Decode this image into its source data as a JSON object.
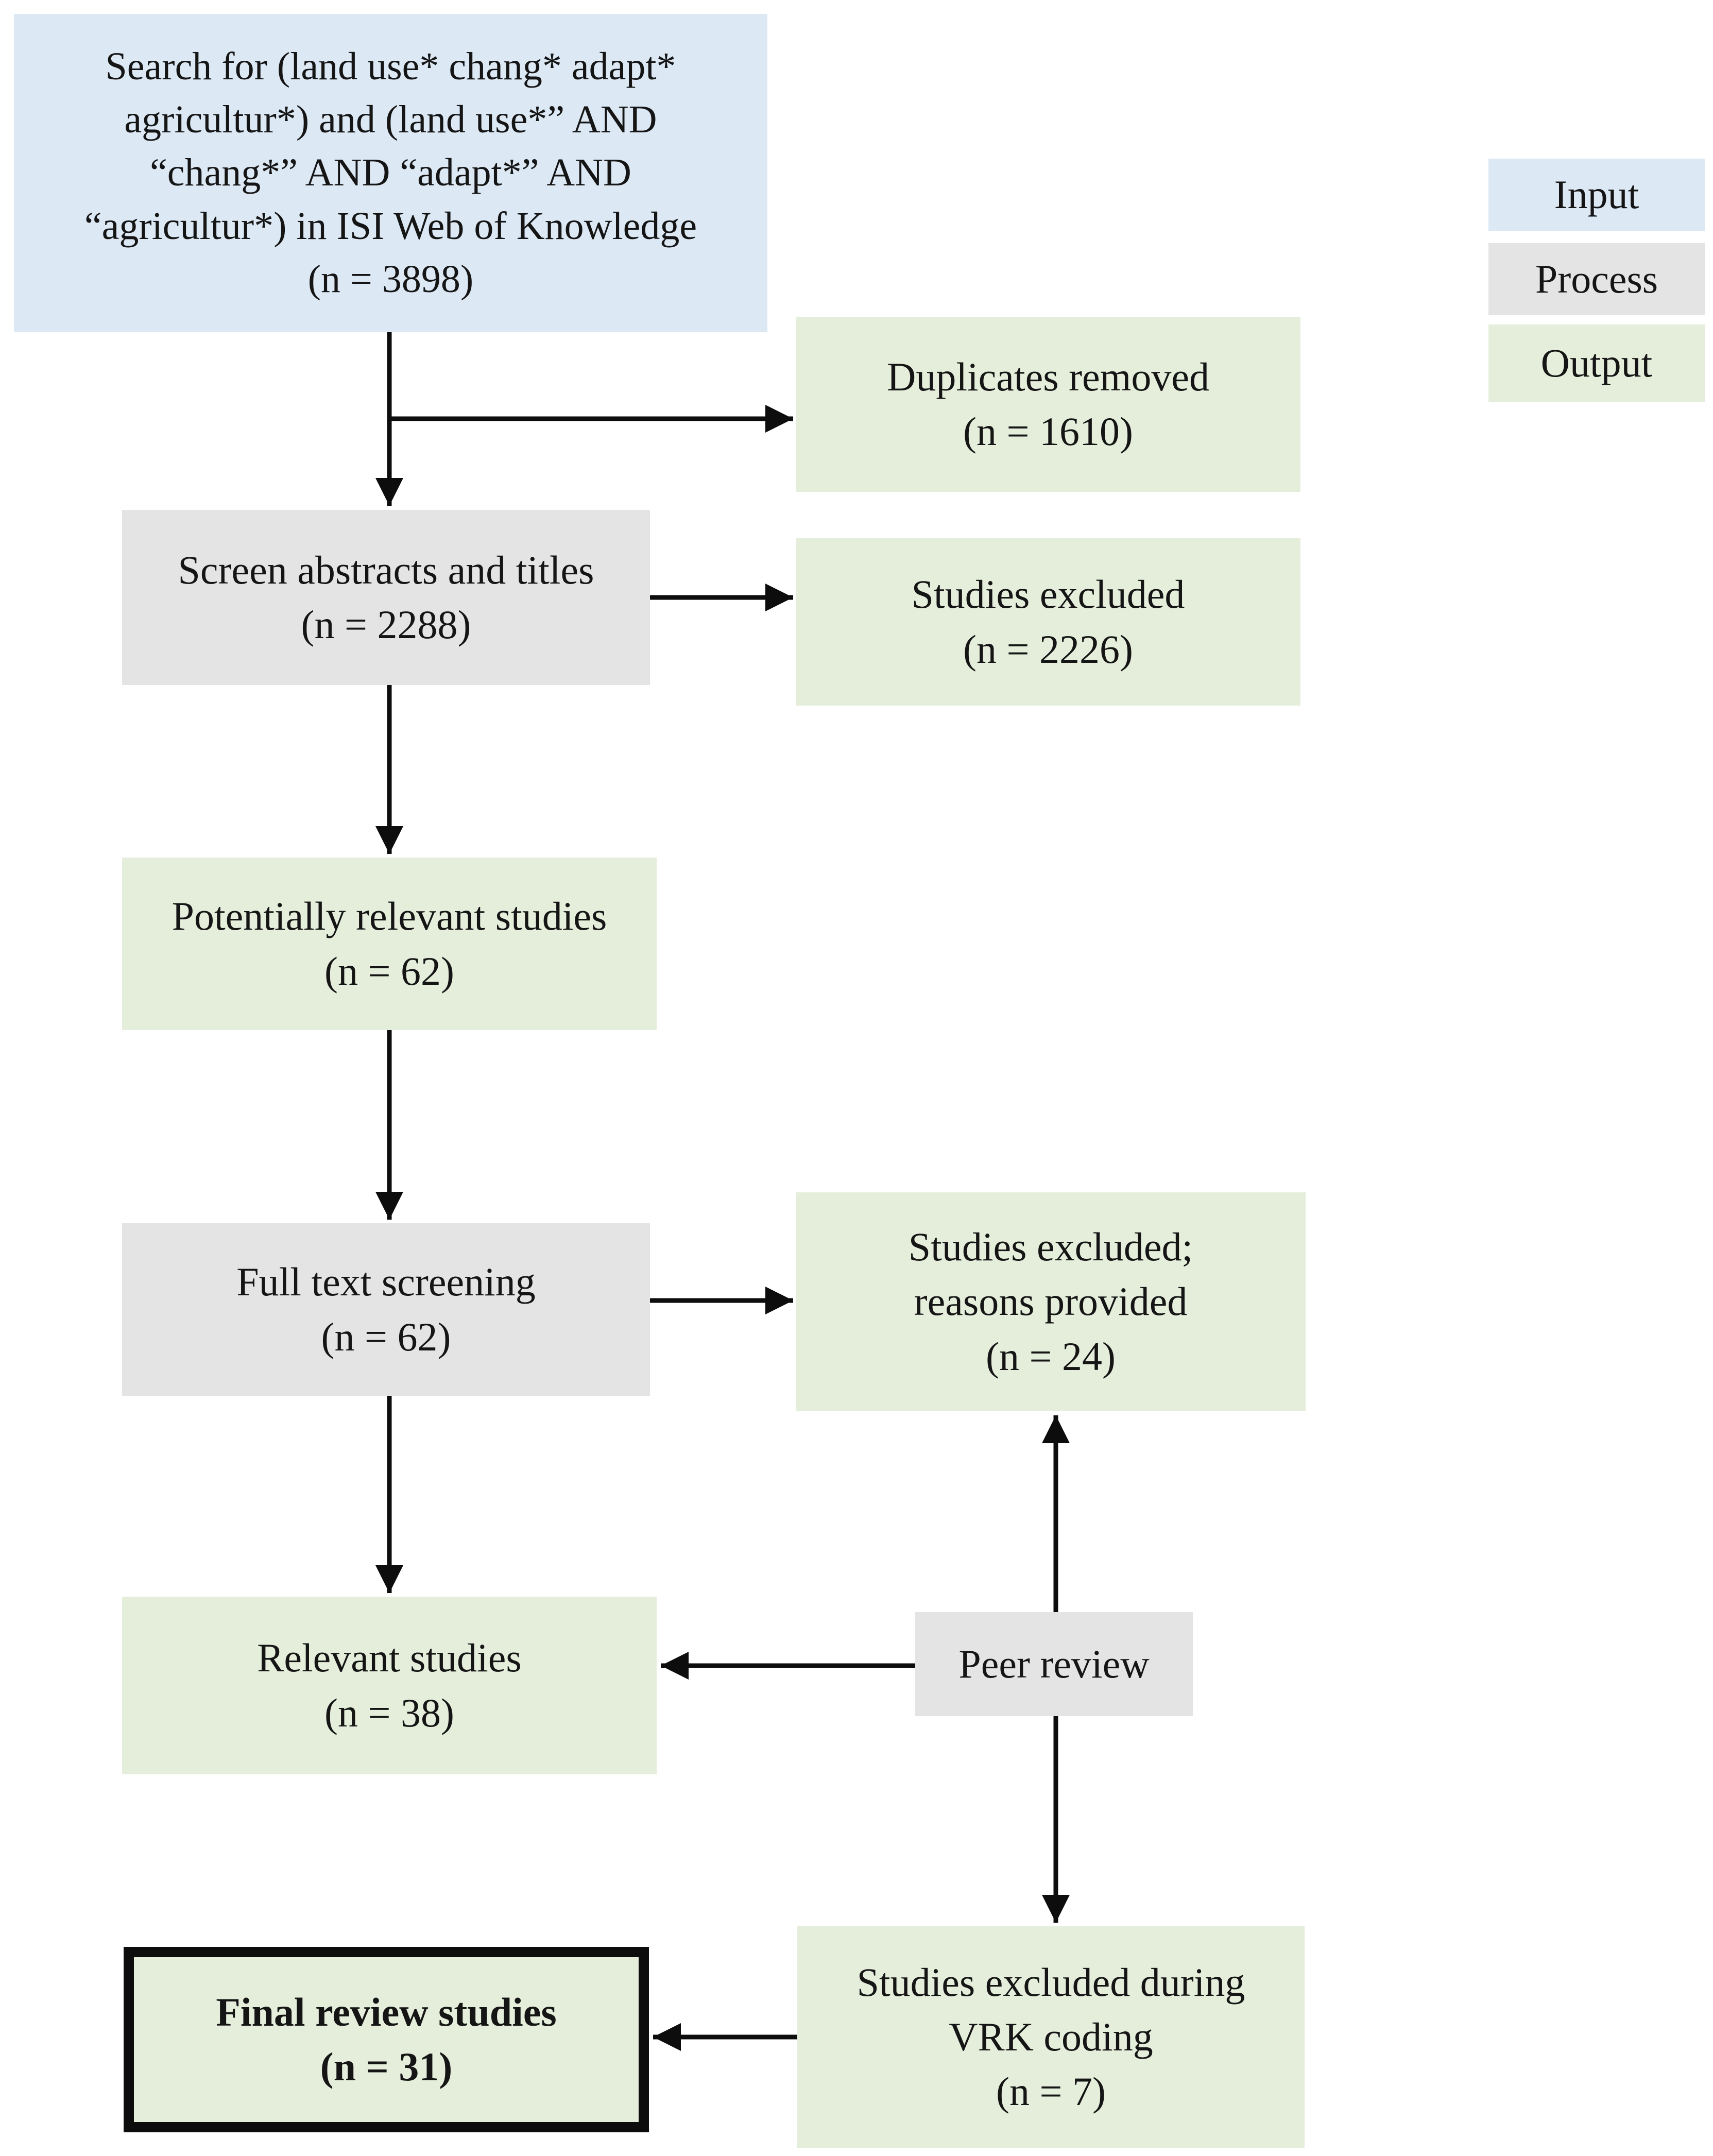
{
  "colors": {
    "input_fill": "#dce8f4",
    "process_fill": "#e5e4e4",
    "output_fill": "#e4eedb",
    "line_color": "#0d0d0d"
  },
  "legend": {
    "input_label": "Input",
    "process_label": "Process",
    "output_label": "Output"
  },
  "boxes": {
    "search": {
      "label": "Search for (land use* chang* adapt*\nagricultur*) and (land use*” AND\n“chang*” AND “adapt*” AND\n“agricultur*) in ISI Web of Knowledge",
      "count": "(n = 3898)",
      "type": "input"
    },
    "duplicates": {
      "label": "Duplicates removed",
      "count": "(n = 1610)",
      "type": "output"
    },
    "screen_abstracts": {
      "label": "Screen abstracts and titles",
      "count": "(n = 2288)",
      "type": "process"
    },
    "excluded_screening": {
      "label": "Studies excluded",
      "count": "(n = 2226)",
      "type": "output"
    },
    "potentially_relevant": {
      "label": "Potentially relevant studies",
      "count": "(n = 62)",
      "type": "output"
    },
    "full_text": {
      "label": "Full text screening",
      "count": "(n = 62)",
      "type": "process"
    },
    "excluded_full_text": {
      "label": "Studies excluded;\nreasons provided",
      "count": "(n = 24)",
      "type": "output"
    },
    "relevant": {
      "label": "Relevant studies",
      "count": "(n = 38)",
      "type": "output"
    },
    "peer_review": {
      "label": "Peer review",
      "type": "process"
    },
    "final_review": {
      "label": "Final review studies",
      "count": "(n = 31)",
      "type": "output"
    },
    "excluded_vrk": {
      "label": "Studies excluded during\nVRK coding",
      "count": "(n = 7)",
      "type": "output"
    }
  }
}
